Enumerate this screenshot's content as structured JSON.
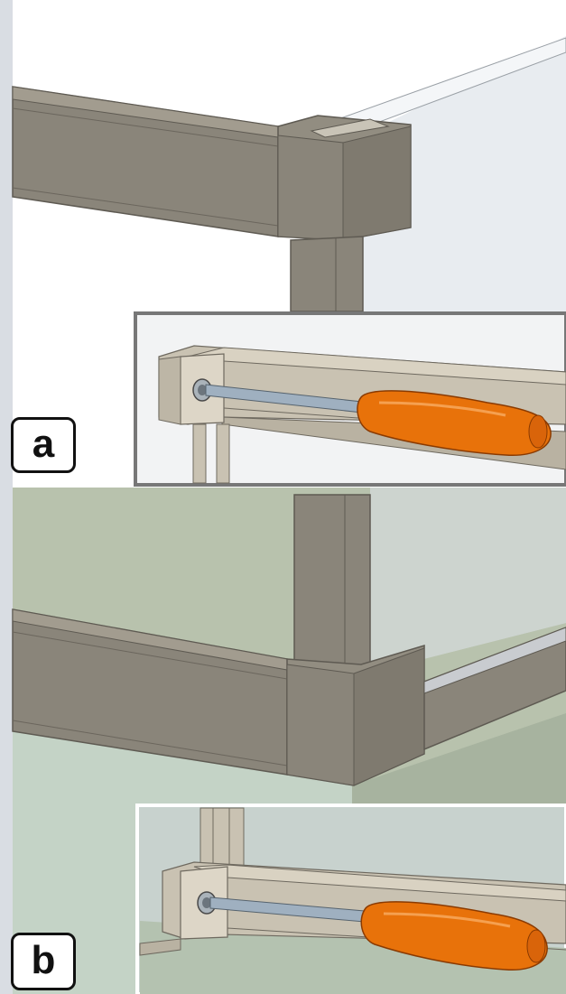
{
  "panels": [
    {
      "label": "a",
      "scene": "frame-top-corner"
    },
    {
      "label": "b",
      "scene": "frame-bottom-corner"
    }
  ],
  "colors": {
    "frame_profile": "#8a857a",
    "frame_light": "#b4ad9e",
    "glass": "#e8ecf0",
    "wall_green": "#b8c2ad",
    "floor_green": "#c4d3c6",
    "screwdriver_handle": "#e8720a",
    "screwdriver_shaft": "#9fb0c0",
    "inset_border_a": "#777777",
    "inset_border_b": "#ffffff"
  }
}
